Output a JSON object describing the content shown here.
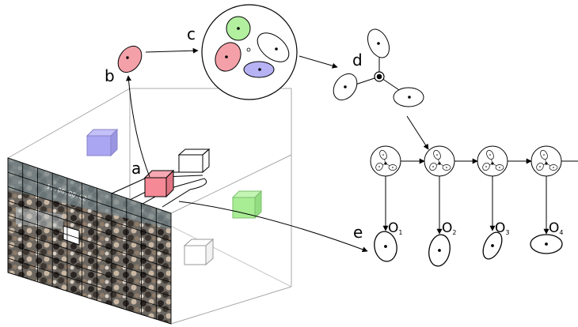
{
  "labels": {
    "a": "a",
    "b": "b",
    "c": "c",
    "d": "d",
    "e": "e"
  },
  "observations": [
    {
      "letter": "O",
      "index": "1"
    },
    {
      "letter": "O",
      "index": "2"
    },
    {
      "letter": "O",
      "index": "3"
    },
    {
      "letter": "O",
      "index": "4"
    }
  ],
  "video_overlay_text": "11:06:00:C2",
  "colors": {
    "pink": "#f4a0a8",
    "green": "#b2f0a0",
    "purple": "#b6b2f4",
    "red_cube": "#f58a96",
    "white": "#ffffff",
    "stroke": "#000000",
    "box_edge": "#a8a8a8"
  }
}
